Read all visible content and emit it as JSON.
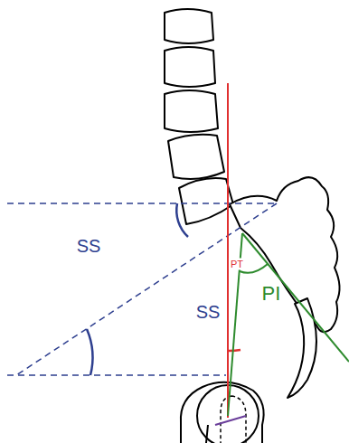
{
  "diagram": {
    "labels": [
      "SS",
      "SS",
      "PT",
      "PI"
    ]
  }
}
